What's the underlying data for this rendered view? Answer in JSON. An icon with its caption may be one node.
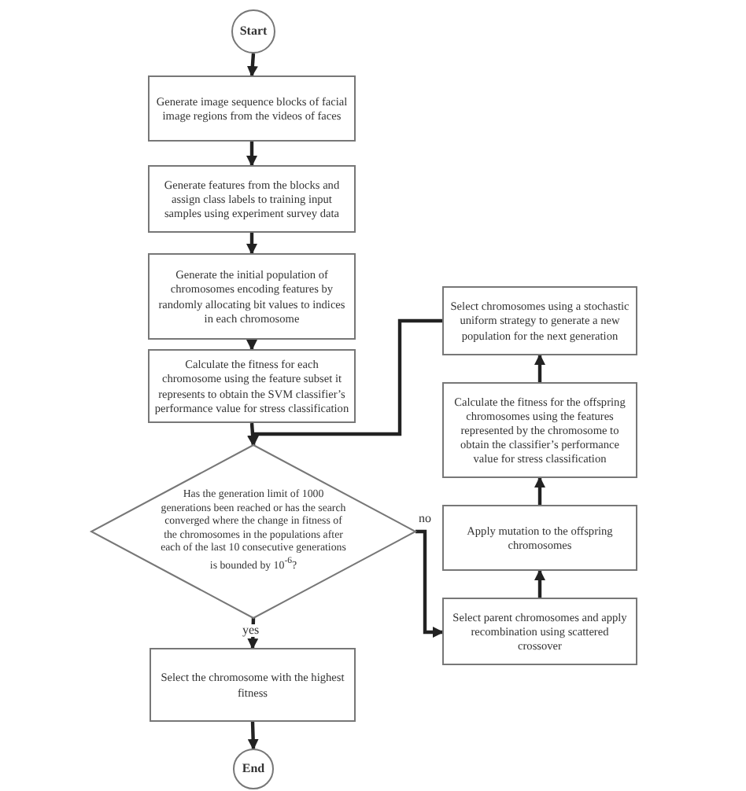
{
  "diagram": {
    "nodes": [
      {
        "text": [
          "Start"
        ]
      },
      {
        "text": [
          "Generate image sequence blocks of facial image regions from the videos of faces"
        ]
      },
      {
        "text": [
          "Generate features from the blocks and assign class labels to training input samples using experiment survey data"
        ]
      },
      {
        "text": [
          "Generate the initial population of chromosomes encoding features by randomly allocating bit values to indices in each chromosome"
        ]
      },
      {
        "text": [
          "Calculate the fitness for each chromosome using the feature subset it represents to obtain the SVM classifier’s performance value for stress classification"
        ]
      },
      {
        "text": [
          "Has the generation limit of 1000 generations been reached or has the search converged where the change in fitness of the chromosomes in the populations after each of the last 10 consecutive generations is bounded by 10$^{-6}$?"
        ]
      },
      {
        "text": [
          "Select the chromosome with the highest fitness"
        ]
      },
      {
        "text": [
          "End"
        ]
      },
      {
        "text": [
          "Select chromosomes using a stochastic uniform strategy to generate a new population for the next generation"
        ]
      },
      {
        "text": [
          "Calculate the fitness for the offspring chromosomes using the features represented by the chromosome to obtain the classifier’s performance value for stress classification"
        ]
      },
      {
        "text": [
          "Apply mutation to the offspring chromosomes"
        ]
      },
      {
        "text": [
          "Select parent chromosomes and apply recombination using scattered crossover"
        ]
      }
    ],
    "edges": [
      {
        "from": 0,
        "to": 1,
        "arrow": "to"
      },
      {
        "from": 1,
        "to": 2,
        "arrow": "to"
      },
      {
        "from": 2,
        "to": 3,
        "arrow": "to"
      },
      {
        "from": 3,
        "to": 4,
        "arrow": "to"
      },
      {
        "from": 4,
        "to": 5,
        "arrow": "to"
      },
      {
        "from": 8,
        "to": 5,
        "arrow": "to"
      },
      {
        "from": 5,
        "to": 11,
        "arrow": "to",
        "label": "no"
      },
      {
        "from": 11,
        "to": 10,
        "arrow": "to"
      },
      {
        "from": 10,
        "to": 9,
        "arrow": "to"
      },
      {
        "from": 9,
        "to": 8,
        "arrow": "to"
      },
      {
        "from": 5,
        "to": 6,
        "arrow": "to",
        "label": "yes"
      },
      {
        "from": 6,
        "to": 7,
        "arrow": "to"
      }
    ]
  }
}
